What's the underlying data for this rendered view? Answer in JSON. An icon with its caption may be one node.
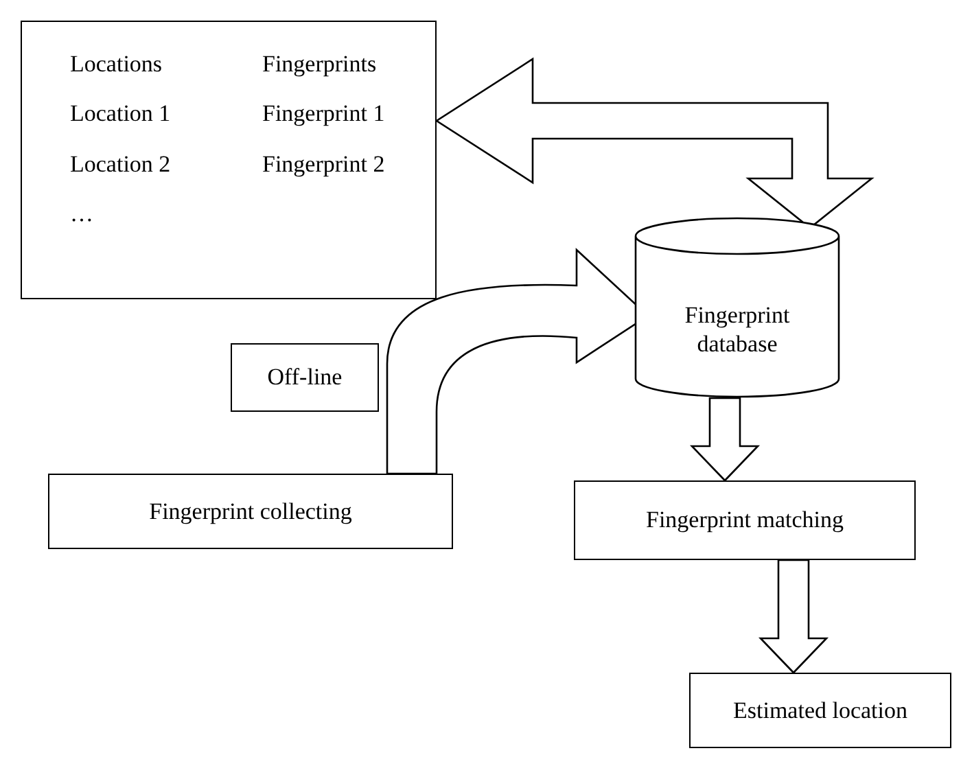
{
  "diagram": {
    "nodes": [
      {
        "text": [
          "Locations",
          "Fingerprints",
          "Location 1",
          "Fingerprint 1",
          "Location 2",
          "Fingerprint 2",
          "…"
        ]
      },
      {
        "text": [
          "Fingerprint database"
        ]
      },
      {
        "text": [
          "Off-line"
        ]
      },
      {
        "text": [
          "Fingerprint collecting"
        ]
      },
      {
        "text": [
          "Fingerprint matching"
        ]
      },
      {
        "text": [
          "Estimated location"
        ]
      }
    ],
    "edges": [
      {
        "from": 0,
        "to": 1,
        "arrow": "both"
      },
      {
        "from": 3,
        "to": 1,
        "arrow": "to"
      },
      {
        "from": 1,
        "to": 4,
        "arrow": "to"
      },
      {
        "from": 4,
        "to": 5,
        "arrow": "to"
      }
    ]
  }
}
